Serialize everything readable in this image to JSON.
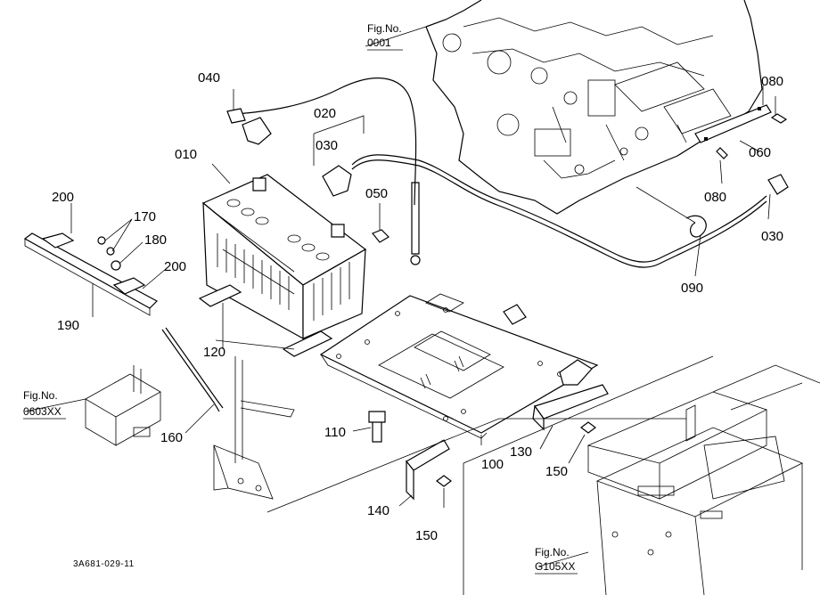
{
  "parts": [
    {
      "id": "p010",
      "label": "010"
    },
    {
      "id": "p020",
      "label": "020"
    },
    {
      "id": "p030a",
      "label": "030"
    },
    {
      "id": "p030b",
      "label": "030"
    },
    {
      "id": "p040",
      "label": "040"
    },
    {
      "id": "p050",
      "label": "050"
    },
    {
      "id": "p060",
      "label": "060"
    },
    {
      "id": "p080a",
      "label": "080"
    },
    {
      "id": "p080b",
      "label": "080"
    },
    {
      "id": "p090",
      "label": "090"
    },
    {
      "id": "p100",
      "label": "100"
    },
    {
      "id": "p110",
      "label": "110"
    },
    {
      "id": "p120",
      "label": "120"
    },
    {
      "id": "p130",
      "label": "130"
    },
    {
      "id": "p140",
      "label": "140"
    },
    {
      "id": "p150a",
      "label": "150"
    },
    {
      "id": "p150b",
      "label": "150"
    },
    {
      "id": "p160",
      "label": "160"
    },
    {
      "id": "p170",
      "label": "170"
    },
    {
      "id": "p180",
      "label": "180"
    },
    {
      "id": "p190",
      "label": "190"
    },
    {
      "id": "p200a",
      "label": "200"
    },
    {
      "id": "p200b",
      "label": "200"
    }
  ],
  "fig_refs": [
    {
      "id": "f0001",
      "title": "Fig.No.",
      "number": "0001"
    },
    {
      "id": "f0603",
      "title": "Fig.No.",
      "number": "0603XX"
    },
    {
      "id": "fG105",
      "title": "Fig.No.",
      "number": "G105XX"
    }
  ],
  "drawing_code": "3A681-029-11"
}
